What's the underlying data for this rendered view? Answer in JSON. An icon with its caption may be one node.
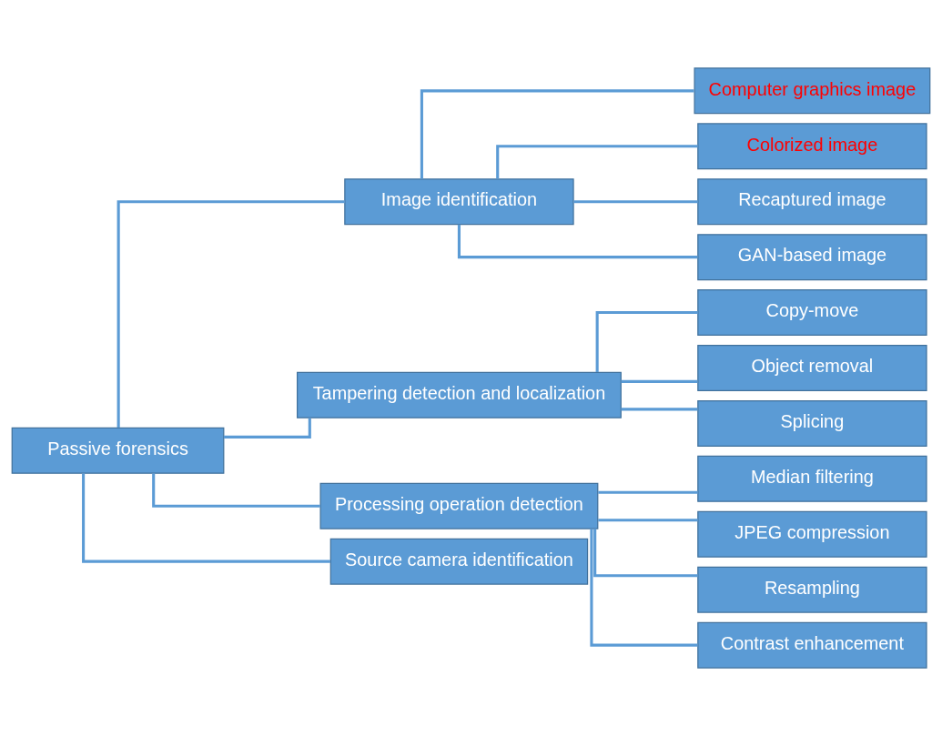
{
  "diagram": {
    "nodes": [
      {
        "text": [
          "Passive forensics"
        ]
      },
      {
        "text": [
          "Image identification"
        ]
      },
      {
        "text": [
          "Tampering detection and localization"
        ]
      },
      {
        "text": [
          "Processing operation detection"
        ]
      },
      {
        "text": [
          "Source camera identification"
        ]
      },
      {
        "text": [
          "Computer graphics image"
        ]
      },
      {
        "text": [
          "Colorized image"
        ]
      },
      {
        "text": [
          "Recaptured image"
        ]
      },
      {
        "text": [
          "GAN-based image"
        ]
      },
      {
        "text": [
          "Copy-move"
        ]
      },
      {
        "text": [
          "Object removal"
        ]
      },
      {
        "text": [
          "Splicing"
        ]
      },
      {
        "text": [
          "Median filtering"
        ]
      },
      {
        "text": [
          "JPEG compression"
        ]
      },
      {
        "text": [
          "Resampling"
        ]
      },
      {
        "text": [
          "Contrast enhancement"
        ]
      }
    ],
    "edges": [
      {
        "from": 0,
        "to": 1,
        "arrow": "none"
      },
      {
        "from": 0,
        "to": 2,
        "arrow": "none"
      },
      {
        "from": 0,
        "to": 3,
        "arrow": "none"
      },
      {
        "from": 0,
        "to": 4,
        "arrow": "none"
      },
      {
        "from": 1,
        "to": 5,
        "arrow": "none"
      },
      {
        "from": 1,
        "to": 6,
        "arrow": "none"
      },
      {
        "from": 1,
        "to": 7,
        "arrow": "none"
      },
      {
        "from": 1,
        "to": 8,
        "arrow": "none"
      },
      {
        "from": 2,
        "to": 9,
        "arrow": "none"
      },
      {
        "from": 2,
        "to": 10,
        "arrow": "none"
      },
      {
        "from": 2,
        "to": 11,
        "arrow": "none"
      },
      {
        "from": 3,
        "to": 12,
        "arrow": "none"
      },
      {
        "from": 3,
        "to": 13,
        "arrow": "none"
      },
      {
        "from": 3,
        "to": 14,
        "arrow": "none"
      },
      {
        "from": 3,
        "to": 15,
        "arrow": "none"
      }
    ]
  }
}
